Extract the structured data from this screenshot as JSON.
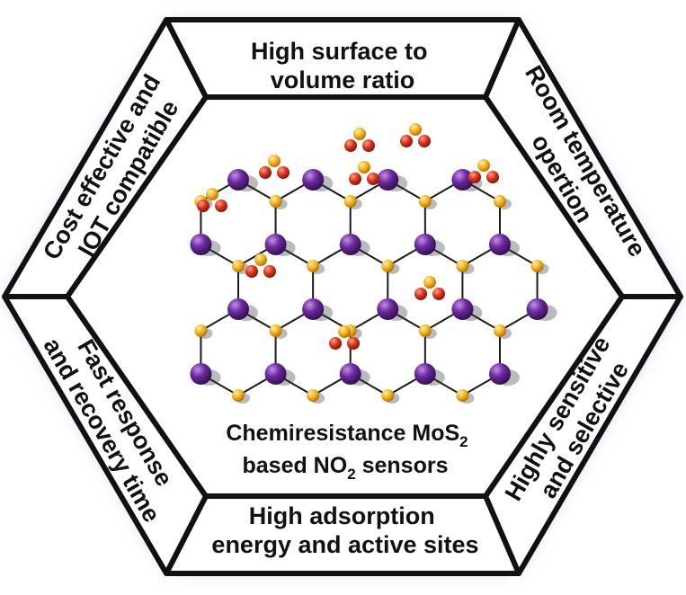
{
  "segments": {
    "top": [
      "High surface to",
      "volume ratio"
    ],
    "upper_right": [
      "Room temperature",
      "opertion"
    ],
    "lower_right": [
      "Highly sensitive",
      "and selective"
    ],
    "bottom": [
      "High adsorption",
      "energy and active sites"
    ],
    "lower_left": [
      "Fast response",
      "and recovery time"
    ],
    "upper_left": [
      "Cost effective and",
      "IOT compatible"
    ]
  },
  "center": {
    "line1_main": "Chemiresistance MoS",
    "line1_sub": "2",
    "line2_main": "based NO",
    "line2_sub": "2",
    "line2_tail": " sensors"
  },
  "colors": {
    "outline": "#111111",
    "segment_fill": "#ffffff",
    "outer_glow": "#9fb3e0",
    "inner_glow": "#f07c82",
    "molybdenum": "#6a2a9c",
    "sulfur": "#f4b31e",
    "oxygen": "#d9351f",
    "bond": "#1a1a1a"
  }
}
